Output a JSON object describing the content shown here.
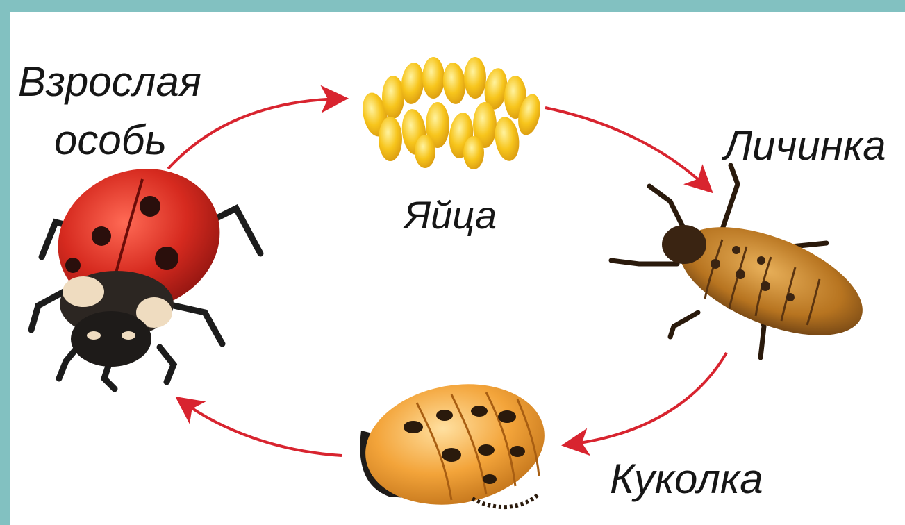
{
  "stages": {
    "adult_line1": "Взрослая",
    "adult_line2": "особь",
    "eggs": "Яйца",
    "larva": "Личинка",
    "pupa": "Куколка"
  },
  "icons": {
    "adult": "ladybug-icon",
    "eggs": "eggs-icon",
    "larva": "larva-icon",
    "pupa": "pupa-icon"
  },
  "colors": {
    "background": "#82c1c1",
    "arrow": "#d8242f",
    "ladybug_red": "#d42a1f",
    "egg_yellow": "#f5c21a",
    "larva_orange": "#c98a2a",
    "pupa_orange": "#f0a43a"
  }
}
